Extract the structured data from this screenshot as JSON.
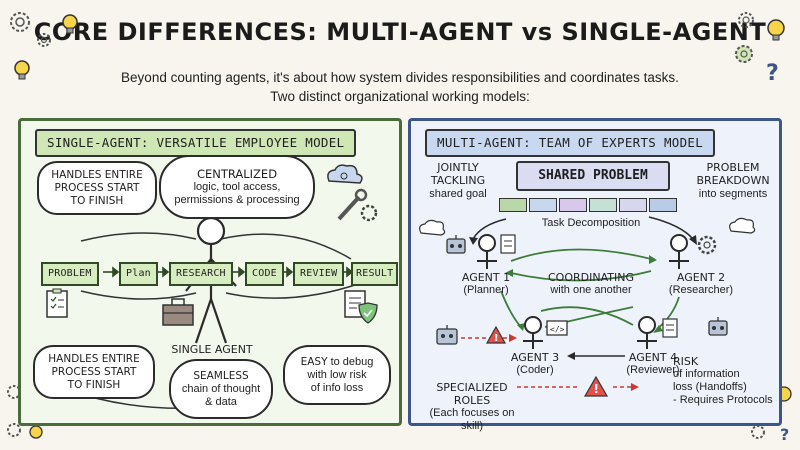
{
  "header": {
    "title": "CORE DIFFERENCES: MULTI-AGENT vs SINGLE-AGENT",
    "subtitle_line1": "Beyond counting agents, it's about how system divides responsibilities and coordinates tasks.",
    "subtitle_line2": "Two distinct organizational working models:"
  },
  "left_panel": {
    "heading": "SINGLE-AGENT: VERSATILE EMPLOYEE MODEL",
    "bubble_top_left": [
      "HANDLES ENTIRE",
      "PROCESS START",
      "TO FINISH"
    ],
    "bubble_centralized": {
      "title": "CENTRALIZED",
      "line1": "logic, tool access,",
      "line2": "permissions & processing"
    },
    "flow": [
      "PROBLEM",
      "Plan",
      "RESEARCH",
      "CODE",
      "REVIEW",
      "RESULT"
    ],
    "agent_label": "SINGLE AGENT",
    "bubble_bottom_left": [
      "HANDLES ENTIRE",
      "PROCESS START",
      "TO FINISH"
    ],
    "bubble_seamless": {
      "title": "SEAMLESS",
      "line1": "chain of thought",
      "line2": "& data"
    },
    "bubble_easy": {
      "title": "EASY",
      "rest": " to debug",
      "line1": "with low risk",
      "line2": "of info loss"
    }
  },
  "right_panel": {
    "heading": "MULTI-AGENT: TEAM OF EXPERTS MODEL",
    "shared_problem": "SHARED PROBLEM",
    "task_decomposition": "Task Decomposition",
    "jointly": [
      "JOINTLY",
      "TACKLING"
    ],
    "shared_goal": "shared goal",
    "breakdown": [
      "PROBLEM",
      "BREAKDOWN"
    ],
    "into_segments": "into segments",
    "agent1": {
      "name": "AGENT 1",
      "role": "(Planner)"
    },
    "agent2": {
      "name": "AGENT 2",
      "role": "(Researcher)"
    },
    "agent3": {
      "name": "AGENT 3",
      "role": "(Coder)"
    },
    "agent4": {
      "name": "AGENT 4",
      "role": "(Reviewer)"
    },
    "coordinating": "COORDINATING",
    "coordinating_sub": "with one another",
    "specialized": "SPECIALIZED ROLES",
    "specialized_sub": "(Each focuses on skill)",
    "risk": "RISK",
    "risk_line1": "of information",
    "risk_line2": "loss (Handoffs)",
    "risk_line3": "- Requires Protocols"
  },
  "colors": {
    "left_accent": "#cfe6b5",
    "right_accent": "#c8d8f0",
    "warning": "#e2524a",
    "segment_colors": [
      "#b9d7a8",
      "#c7d8ee",
      "#d8c8ec",
      "#c5e0d4",
      "#d6d6ee",
      "#b8cce8"
    ]
  },
  "icons": [
    "gear-icon",
    "lightbulb-icon",
    "question-mark-icon",
    "robot-icon",
    "cloud-icon",
    "wrench-icon",
    "toolbox-icon",
    "document-icon",
    "shield-icon",
    "warning-icon",
    "clipboard-icon",
    "monitor-code-icon"
  ]
}
